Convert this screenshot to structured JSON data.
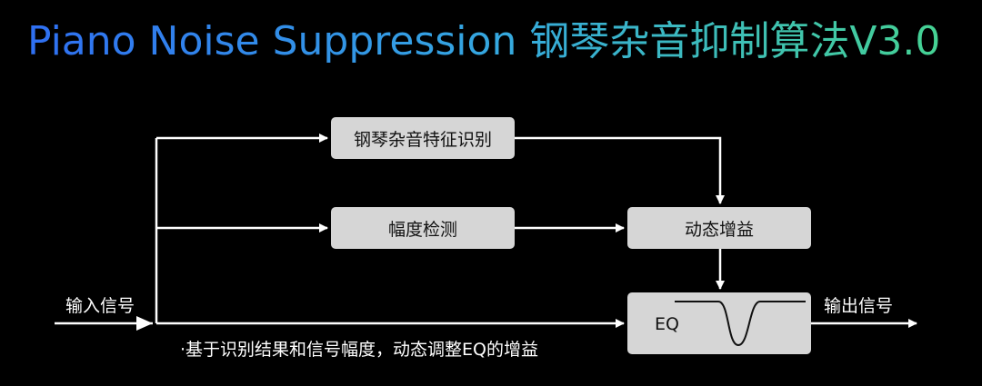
{
  "title": "Piano Noise Suppression 钢琴杂音抑制算法V3.0",
  "nodes": {
    "feature_recognition": "钢琴杂音特征识别",
    "amplitude_detection": "幅度检测",
    "dynamic_gain": "动态增益",
    "eq": "EQ"
  },
  "labels": {
    "input": "输入信号",
    "output": "输出信号",
    "note": "·基于识别结果和信号幅度，动态调整EQ的增益"
  },
  "colors": {
    "background": "#000000",
    "box": "#d6d6d6",
    "line": "#ffffff",
    "title_gradient": [
      "#2f6ff2",
      "#35a8e0",
      "#46d48f"
    ]
  }
}
